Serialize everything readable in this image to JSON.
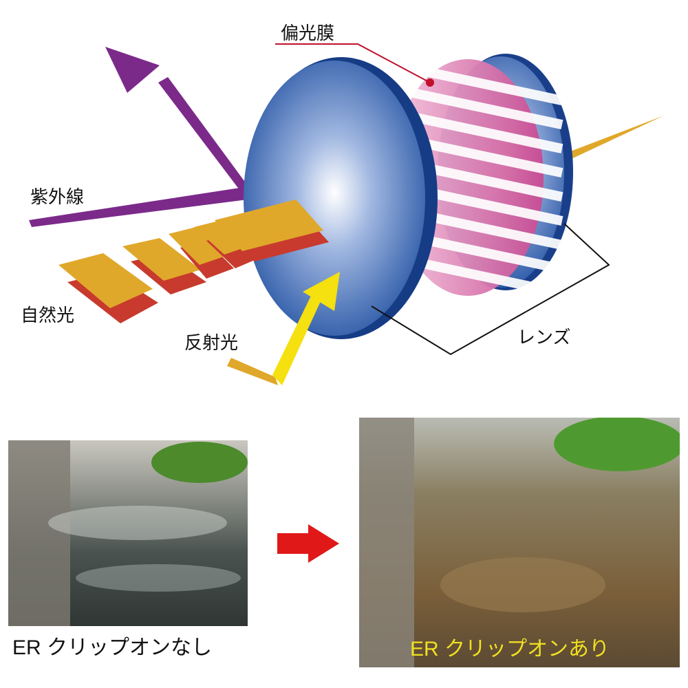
{
  "labels": {
    "polarizing_film": "偏光膜",
    "ultraviolet": "紫外線",
    "natural_light": "自然光",
    "reflected_light": "反射光",
    "lens": "レンズ"
  },
  "photos": {
    "before_caption": "ER クリップオンなし",
    "after_caption": "ER クリップオンあり"
  },
  "colors": {
    "uv": "#7b2a8a",
    "natural_light": "#e0a82a",
    "natural_light_shadow": "#c83a2e",
    "reflected": "#f5e010",
    "lens": "#1f4fa0",
    "film": "#d65a9e",
    "arrow": "#e01818",
    "after_caption": "#f0e020"
  }
}
